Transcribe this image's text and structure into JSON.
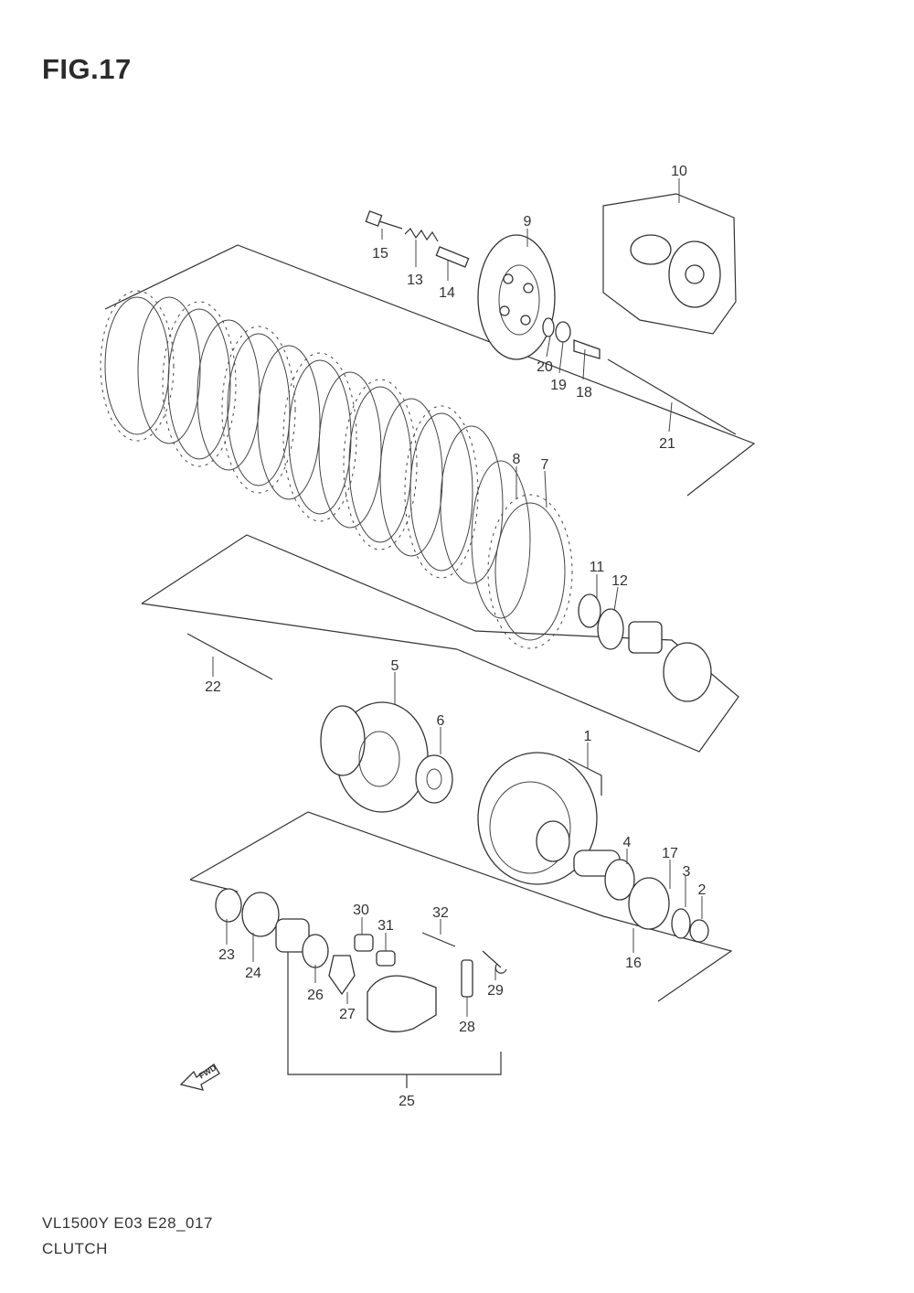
{
  "figure": {
    "title": "FIG.17",
    "model_code": "VL1500Y E03 E28_017",
    "section_name": "CLUTCH",
    "fwd_label": "FWD"
  },
  "parts": {
    "p1": "1",
    "p2": "2",
    "p3": "3",
    "p4": "4",
    "p5": "5",
    "p6": "6",
    "p7": "7",
    "p8": "8",
    "p9": "9",
    "p10": "10",
    "p11": "11",
    "p12": "12",
    "p13": "13",
    "p14": "14",
    "p15": "15",
    "p16": "16",
    "p17": "17",
    "p18": "18",
    "p19": "19",
    "p20": "20",
    "p21": "21",
    "p22": "22",
    "p23": "23",
    "p24": "24",
    "p25": "25",
    "p26": "26",
    "p27": "27",
    "p28": "28",
    "p29": "29",
    "p30": "30",
    "p31": "31",
    "p32": "32"
  }
}
